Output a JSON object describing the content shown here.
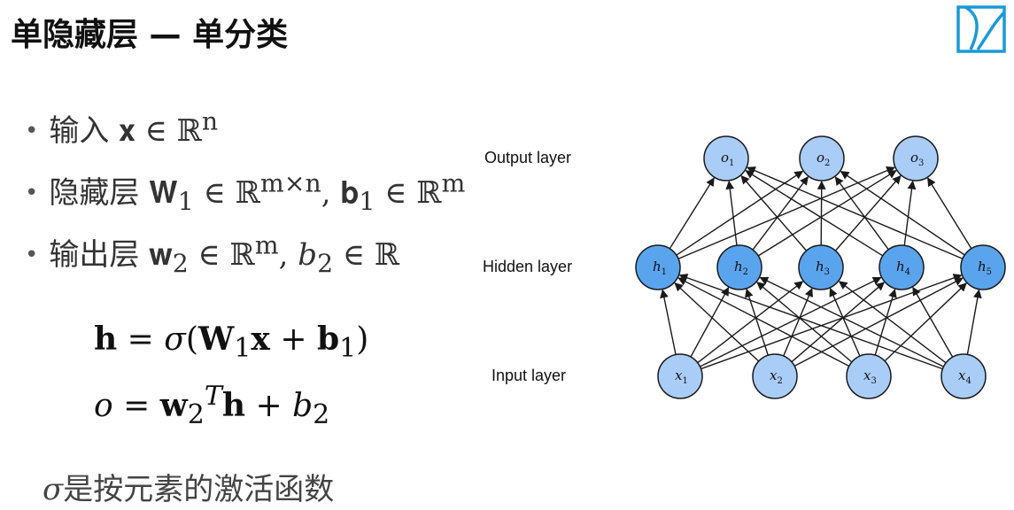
{
  "title": "单隐藏层 — 单分类",
  "bullets": [
    {
      "cn": "输入",
      "math": "𝐱 ∈ ℝ<sup>n</sup>"
    },
    {
      "cn": "隐藏层",
      "math": "𝐖<sub>1</sub> ∈ ℝ<sup>m×n</sup>, 𝐛<sub>1</sub> ∈ ℝ<sup>m</sup>"
    },
    {
      "cn": "输出层",
      "math": "𝐰<sub>2</sub> ∈ ℝ<sup>m</sup>, <i>b</i><sub>2</sub> ∈ ℝ"
    }
  ],
  "equations": [
    "<b>h</b> = <i>σ</i>(<b>W</b><sub>1</sub><b>x</b> + <b>b</b><sub>1</sub>)",
    "<i>o</i> = <b>w</b><sub>2</sub><sup><i>T</i></sup><b>h</b> + <i>b</i><sub>2</sub>"
  ],
  "note": {
    "symbol": "σ",
    "text": "是按元素的激活函数"
  },
  "network": {
    "layer_labels": {
      "output": "Output layer",
      "hidden": "Hidden layer",
      "input": "Input layer"
    },
    "output_nodes": [
      {
        "var": "o",
        "sub": "1"
      },
      {
        "var": "o",
        "sub": "2"
      },
      {
        "var": "o",
        "sub": "3"
      }
    ],
    "hidden_nodes": [
      {
        "var": "h",
        "sub": "1"
      },
      {
        "var": "h",
        "sub": "2"
      },
      {
        "var": "h",
        "sub": "3"
      },
      {
        "var": "h",
        "sub": "4"
      },
      {
        "var": "h",
        "sub": "5"
      }
    ],
    "input_nodes": [
      {
        "var": "x",
        "sub": "1"
      },
      {
        "var": "x",
        "sub": "2"
      },
      {
        "var": "x",
        "sub": "3"
      },
      {
        "var": "x",
        "sub": "4"
      }
    ],
    "colors": {
      "output": "#a9cdf7",
      "hidden": "#5aa4ee",
      "input": "#a9cdf7",
      "stroke": "#1a1a1a"
    }
  }
}
